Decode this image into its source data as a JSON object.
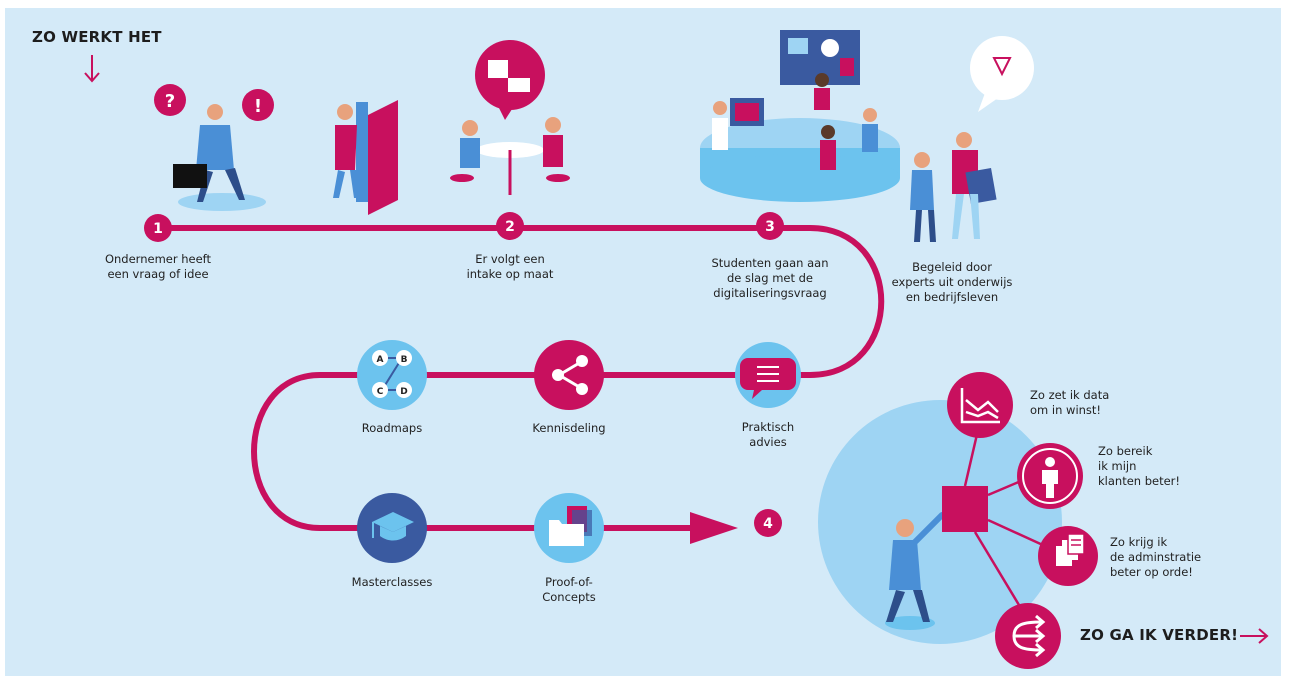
{
  "heading": "ZO WERKT HET",
  "steps": [
    {
      "number": "1",
      "line1": "Ondernemer heeft",
      "line2": "een vraag of idee"
    },
    {
      "number": "2",
      "line1": "Er volgt een",
      "line2": "intake op maat"
    },
    {
      "number": "3",
      "line1": "Studenten gaan aan",
      "line2": "de slag met de",
      "line3": "digitaliseringsvraag"
    },
    {
      "number": "4"
    }
  ],
  "experts": {
    "line1": "Begeleid door",
    "line2": "experts uit onderwijs",
    "line3": "en bedrijfsleven"
  },
  "outputs": {
    "roadmaps": {
      "label": "Roadmaps",
      "a": "A",
      "b": "B",
      "c": "C",
      "d": "D"
    },
    "kennisdeling": {
      "label": "Kennisdeling"
    },
    "advies": {
      "line1": "Praktisch",
      "line2": "advies"
    },
    "masterclasses": {
      "label": "Masterclasses"
    },
    "poc": {
      "line1": "Proof-of-",
      "line2": "Concepts"
    }
  },
  "results": [
    {
      "line1": "Zo zet ik data",
      "line2": "om in winst!"
    },
    {
      "line1": "Zo bereik",
      "line2": "ik mijn",
      "line3": "klanten beter!"
    },
    {
      "line1": "Zo krijg ik",
      "line2": "de adminstratie",
      "line3": "beter op orde!"
    }
  ],
  "speech_bubbles": {
    "question": "?",
    "exclaim": "!"
  },
  "cta": "ZO GA IK VERDER!",
  "colors": {
    "background": "#d4eaf8",
    "path": "#c8105e",
    "node_blue": "#6cc3ee",
    "node_dark": "#3a5aa0",
    "light_circle": "#9ed4f3",
    "figure_blue": "#4a8fd6"
  }
}
